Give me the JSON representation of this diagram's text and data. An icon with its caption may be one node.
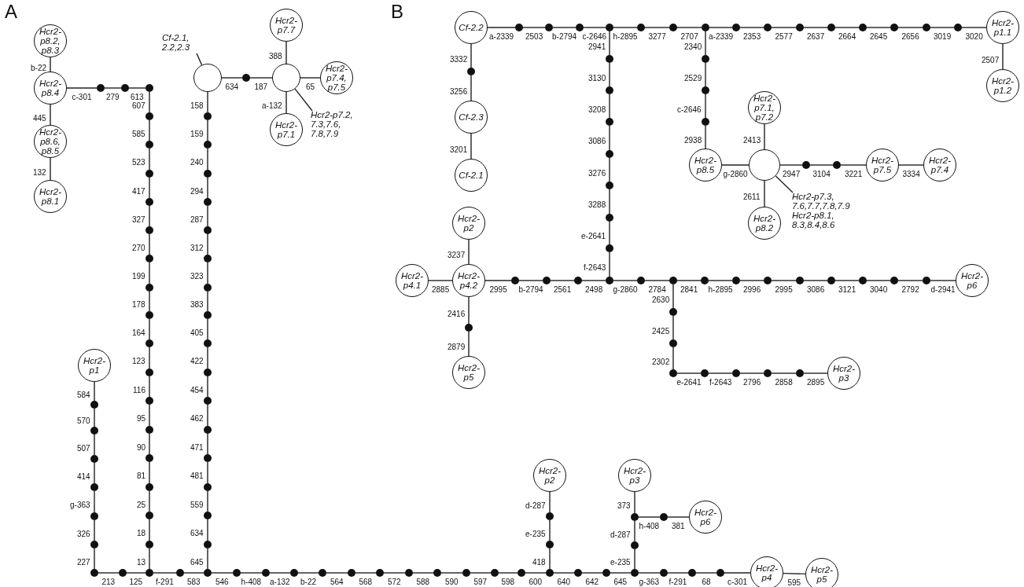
{
  "diagram": {
    "nodes": [
      {
        "text": [
          "Hcr2- p8.2, p8.3"
        ]
      },
      {
        "text": [
          "Hcr2- p8.4"
        ]
      },
      {
        "text": [
          "Hcr2- p8.6, p8.5"
        ]
      },
      {
        "text": [
          "Hcr2- p8.1"
        ]
      },
      {
        "text": [],
        "shape": "circle"
      },
      {
        "text": [],
        "shape": "circle"
      },
      {
        "text": [],
        "shape": "circle"
      },
      {
        "text": [],
        "shape": "circle"
      },
      {
        "text": [],
        "shape": "circle"
      },
      {
        "text": [],
        "shape": "circle"
      },
      {
        "text": [],
        "shape": "circle"
      },
      {
        "text": [],
        "shape": "circle"
      },
      {
        "text": [],
        "shape": "circle"
      },
      {
        "text": [],
        "shape": "circle"
      },
      {
        "text": [],
        "shape": "circle"
      },
      {
        "text": [],
        "shape": "circle"
      },
      {
        "text": [],
        "shape": "circle"
      },
      {
        "text": [],
        "shape": "circle"
      },
      {
        "text": [],
        "shape": "circle"
      },
      {
        "text": [],
        "shape": "circle"
      },
      {
        "text": [],
        "shape": "circle"
      },
      {
        "text": [],
        "shape": "circle"
      },
      {
        "text": [],
        "shape": "circle"
      },
      {
        "text": [
          "Cf-2.1, 2.2,2.3"
        ]
      },
      {
        "text": [],
        "shape": "circle"
      },
      {
        "text": [],
        "shape": "circle"
      },
      {
        "text": [],
        "shape": "circle"
      },
      {
        "text": [
          "Hcr2- p7.7"
        ]
      },
      {
        "text": [
          "Hcr2- p7.4, p7.5"
        ]
      },
      {
        "text": [
          "Hcr2- p7.1"
        ]
      },
      {
        "text": [
          "Hcr2-p7.2, 7.3,7.6, 7.8,7.9"
        ]
      },
      {
        "text": [],
        "shape": "circle"
      },
      {
        "text": [],
        "shape": "circle"
      },
      {
        "text": [],
        "shape": "circle"
      },
      {
        "text": [],
        "shape": "circle"
      },
      {
        "text": [],
        "shape": "circle"
      },
      {
        "text": [],
        "shape": "circle"
      },
      {
        "text": [],
        "shape": "circle"
      },
      {
        "text": [],
        "shape": "circle"
      },
      {
        "text": [],
        "shape": "circle"
      },
      {
        "text": [],
        "shape": "circle"
      },
      {
        "text": [],
        "shape": "circle"
      },
      {
        "text": [],
        "shape": "circle"
      },
      {
        "text": [],
        "shape": "circle"
      },
      {
        "text": [],
        "shape": "circle"
      },
      {
        "text": [],
        "shape": "circle"
      },
      {
        "text": [],
        "shape": "circle"
      },
      {
        "text": [
          "Hcr2- p1"
        ]
      },
      {
        "text": [],
        "shape": "circle"
      },
      {
        "text": [],
        "shape": "circle"
      },
      {
        "text": [],
        "shape": "circle"
      },
      {
        "text": [],
        "shape": "circle"
      },
      {
        "text": [],
        "shape": "circle"
      },
      {
        "text": [],
        "shape": "circle"
      },
      {
        "text": [],
        "shape": "circle"
      },
      {
        "text": [],
        "shape": "circle"
      },
      {
        "text": [],
        "shape": "circle"
      },
      {
        "text": [],
        "shape": "circle"
      },
      {
        "text": [],
        "shape": "circle"
      },
      {
        "text": [],
        "shape": "circle"
      },
      {
        "text": [],
        "shape": "circle"
      },
      {
        "text": [],
        "shape": "circle"
      },
      {
        "text": [],
        "shape": "circle"
      },
      {
        "text": [],
        "shape": "circle"
      },
      {
        "text": [],
        "shape": "circle"
      },
      {
        "text": [],
        "shape": "circle"
      },
      {
        "text": [],
        "shape": "circle"
      },
      {
        "text": [],
        "shape": "circle"
      },
      {
        "text": [],
        "shape": "circle"
      },
      {
        "text": [],
        "shape": "circle"
      },
      {
        "text": [],
        "shape": "circle"
      },
      {
        "text": [],
        "shape": "circle"
      },
      {
        "text": [],
        "shape": "circle"
      },
      {
        "text": [
          "Hcr2- p2"
        ]
      },
      {
        "text": [],
        "shape": "circle"
      },
      {
        "text": [],
        "shape": "circle"
      },
      {
        "text": [],
        "shape": "circle"
      },
      {
        "text": [],
        "shape": "circle"
      },
      {
        "text": [],
        "shape": "circle"
      },
      {
        "text": [
          "Hcr2- p3"
        ]
      },
      {
        "text": [],
        "shape": "circle"
      },
      {
        "text": [
          "Hcr2- p6"
        ]
      },
      {
        "text": [],
        "shape": "circle"
      },
      {
        "text": [],
        "shape": "circle"
      },
      {
        "text": [],
        "shape": "circle"
      },
      {
        "text": [
          "Hcr2- p4"
        ]
      },
      {
        "text": [
          "Hcr2- p5"
        ]
      },
      {
        "text": [
          "Cf-2.2"
        ]
      },
      {
        "text": [],
        "shape": "circle"
      },
      {
        "text": [],
        "shape": "circle"
      },
      {
        "text": [],
        "shape": "circle"
      },
      {
        "text": [],
        "shape": "circle"
      },
      {
        "text": [],
        "shape": "circle"
      },
      {
        "text": [],
        "shape": "circle"
      },
      {
        "text": [],
        "shape": "circle"
      },
      {
        "text": [],
        "shape": "circle"
      },
      {
        "text": [],
        "shape": "circle"
      },
      {
        "text": [],
        "shape": "circle"
      },
      {
        "text": [],
        "shape": "circle"
      },
      {
        "text": [],
        "shape": "circle"
      },
      {
        "text": [],
        "shape": "circle"
      },
      {
        "text": [],
        "shape": "circle"
      },
      {
        "text": [],
        "shape": "circle"
      },
      {
        "text": [
          "Hcr2- p1.1"
        ]
      },
      {
        "text": [
          "Hcr2- p1.2"
        ]
      },
      {
        "text": [],
        "shape": "circle"
      },
      {
        "text": [
          "Cf-2.3"
        ]
      },
      {
        "text": [
          "Cf-2.1"
        ]
      },
      {
        "text": [],
        "shape": "circle"
      },
      {
        "text": [],
        "shape": "circle"
      },
      {
        "text": [],
        "shape": "circle"
      },
      {
        "text": [],
        "shape": "circle"
      },
      {
        "text": [],
        "shape": "circle"
      },
      {
        "text": [],
        "shape": "circle"
      },
      {
        "text": [],
        "shape": "circle"
      },
      {
        "text": [],
        "shape": "circle"
      },
      {
        "text": [],
        "shape": "circle"
      },
      {
        "text": [],
        "shape": "circle"
      },
      {
        "text": [
          "Hcr2- p8.5"
        ]
      },
      {
        "text": [
          "Hcr2- p7.1, p7.2"
        ]
      },
      {
        "text": [],
        "shape": "circle"
      },
      {
        "text": [
          "Hcr2-p7.3, 7.6,7.7,7.8,7.9",
          "Hcr2-p8.1, 8.3,8.4,8.6"
        ]
      },
      {
        "text": [],
        "shape": "circle"
      },
      {
        "text": [],
        "shape": "circle"
      },
      {
        "text": [
          "Hcr2- p7.5"
        ]
      },
      {
        "text": [
          "Hcr2- p7.4"
        ]
      },
      {
        "text": [
          "Hcr2- p8.2"
        ]
      },
      {
        "text": [
          "Hcr2- p2"
        ]
      },
      {
        "text": [
          "Hcr2- p4.1"
        ]
      },
      {
        "text": [
          "Hcr2- p4.2"
        ]
      },
      {
        "text": [],
        "shape": "circle"
      },
      {
        "text": [],
        "shape": "circle"
      },
      {
        "text": [],
        "shape": "circle"
      },
      {
        "text": [],
        "shape": "circle"
      },
      {
        "text": [],
        "shape": "circle"
      },
      {
        "text": [],
        "shape": "circle"
      },
      {
        "text": [],
        "shape": "circle"
      },
      {
        "text": [],
        "shape": "circle"
      },
      {
        "text": [],
        "shape": "circle"
      },
      {
        "text": [],
        "shape": "circle"
      },
      {
        "text": [],
        "shape": "circle"
      },
      {
        "text": [],
        "shape": "circle"
      },
      {
        "text": [],
        "shape": "circle"
      },
      {
        "text": [],
        "shape": "circle"
      },
      {
        "text": [
          "Hcr2- p6"
        ]
      },
      {
        "text": [],
        "shape": "circle"
      },
      {
        "text": [
          "Hcr2- p5"
        ]
      },
      {
        "text": [],
        "shape": "circle"
      },
      {
        "text": [],
        "shape": "circle"
      },
      {
        "text": [],
        "shape": "circle"
      },
      {
        "text": [],
        "shape": "circle"
      },
      {
        "text": [],
        "shape": "circle"
      },
      {
        "text": [],
        "shape": "circle"
      },
      {
        "text": [],
        "shape": "circle"
      },
      {
        "text": [
          "Hcr2- p3"
        ]
      }
    ],
    "edges": [
      {
        "from": 0,
        "to": 1,
        "arrow": "none",
        "label": "b-22"
      },
      {
        "from": 1,
        "to": 2,
        "arrow": "none",
        "label": "445"
      },
      {
        "from": 2,
        "to": 3,
        "arrow": "none",
        "label": "132"
      },
      {
        "from": 1,
        "to": 4,
        "arrow": "none",
        "label": "c-301"
      },
      {
        "from": 4,
        "to": 5,
        "arrow": "none",
        "label": "279"
      },
      {
        "from": 5,
        "to": 6,
        "arrow": "none",
        "label": "613"
      },
      {
        "from": 6,
        "to": 7,
        "arrow": "none",
        "label": "607"
      },
      {
        "from": 7,
        "to": 8,
        "arrow": "none",
        "label": "585"
      },
      {
        "from": 8,
        "to": 9,
        "arrow": "none",
        "label": "523"
      },
      {
        "from": 9,
        "to": 10,
        "arrow": "none",
        "label": "417"
      },
      {
        "from": 10,
        "to": 11,
        "arrow": "none",
        "label": "327"
      },
      {
        "from": 11,
        "to": 12,
        "arrow": "none",
        "label": "270"
      },
      {
        "from": 12,
        "to": 13,
        "arrow": "none",
        "label": "199"
      },
      {
        "from": 13,
        "to": 14,
        "arrow": "none",
        "label": "178"
      },
      {
        "from": 14,
        "to": 15,
        "arrow": "none",
        "label": "164"
      },
      {
        "from": 15,
        "to": 16,
        "arrow": "none",
        "label": "123"
      },
      {
        "from": 16,
        "to": 17,
        "arrow": "none",
        "label": "116"
      },
      {
        "from": 17,
        "to": 18,
        "arrow": "none",
        "label": "95"
      },
      {
        "from": 18,
        "to": 19,
        "arrow": "none",
        "label": "90"
      },
      {
        "from": 19,
        "to": 20,
        "arrow": "none",
        "label": "81"
      },
      {
        "from": 20,
        "to": 21,
        "arrow": "none",
        "label": "25"
      },
      {
        "from": 21,
        "to": 22,
        "arrow": "none",
        "label": "18"
      },
      {
        "from": 22,
        "to": 56,
        "arrow": "none",
        "label": "13"
      },
      {
        "from": 23,
        "to": 24,
        "arrow": "none"
      },
      {
        "from": 24,
        "to": 25,
        "arrow": "none",
        "label": "634"
      },
      {
        "from": 25,
        "to": 26,
        "arrow": "none",
        "label": "187"
      },
      {
        "from": 26,
        "to": 27,
        "arrow": "none",
        "label": "388"
      },
      {
        "from": 26,
        "to": 28,
        "arrow": "none",
        "label": "65"
      },
      {
        "from": 26,
        "to": 29,
        "arrow": "none",
        "label": "a-132"
      },
      {
        "from": 30,
        "to": 26,
        "arrow": "none"
      },
      {
        "from": 24,
        "to": 31,
        "arrow": "none",
        "label": "158"
      },
      {
        "from": 31,
        "to": 32,
        "arrow": "none",
        "label": "159"
      },
      {
        "from": 32,
        "to": 33,
        "arrow": "none",
        "label": "240"
      },
      {
        "from": 33,
        "to": 34,
        "arrow": "none",
        "label": "294"
      },
      {
        "from": 34,
        "to": 35,
        "arrow": "none",
        "label": "287"
      },
      {
        "from": 35,
        "to": 36,
        "arrow": "none",
        "label": "312"
      },
      {
        "from": 36,
        "to": 37,
        "arrow": "none",
        "label": "323"
      },
      {
        "from": 37,
        "to": 38,
        "arrow": "none",
        "label": "383"
      },
      {
        "from": 38,
        "to": 39,
        "arrow": "none",
        "label": "405"
      },
      {
        "from": 39,
        "to": 40,
        "arrow": "none",
        "label": "422"
      },
      {
        "from": 40,
        "to": 41,
        "arrow": "none",
        "label": "454"
      },
      {
        "from": 41,
        "to": 42,
        "arrow": "none",
        "label": "462"
      },
      {
        "from": 42,
        "to": 43,
        "arrow": "none",
        "label": "471"
      },
      {
        "from": 43,
        "to": 44,
        "arrow": "none",
        "label": "481"
      },
      {
        "from": 44,
        "to": 45,
        "arrow": "none",
        "label": "559"
      },
      {
        "from": 45,
        "to": 46,
        "arrow": "none",
        "label": "634"
      },
      {
        "from": 46,
        "to": 58,
        "arrow": "none",
        "label": "645"
      },
      {
        "from": 47,
        "to": 48,
        "arrow": "none",
        "label": "584"
      },
      {
        "from": 48,
        "to": 49,
        "arrow": "none",
        "label": "570"
      },
      {
        "from": 49,
        "to": 50,
        "arrow": "none",
        "label": "507"
      },
      {
        "from": 50,
        "to": 51,
        "arrow": "none",
        "label": "414"
      },
      {
        "from": 51,
        "to": 52,
        "arrow": "none",
        "label": "g-363"
      },
      {
        "from": 52,
        "to": 53,
        "arrow": "none",
        "label": "326"
      },
      {
        "from": 53,
        "to": 54,
        "arrow": "none",
        "label": "227"
      },
      {
        "from": 54,
        "to": 55,
        "arrow": "none",
        "label": "213"
      },
      {
        "from": 55,
        "to": 56,
        "arrow": "none",
        "label": "125"
      },
      {
        "from": 56,
        "to": 57,
        "arrow": "none",
        "label": "f-291"
      },
      {
        "from": 57,
        "to": 58,
        "arrow": "none",
        "label": "583"
      },
      {
        "from": 58,
        "to": 59,
        "arrow": "none",
        "label": "546"
      },
      {
        "from": 59,
        "to": 60,
        "arrow": "none",
        "label": "h-408"
      },
      {
        "from": 60,
        "to": 61,
        "arrow": "none",
        "label": "a-132"
      },
      {
        "from": 61,
        "to": 62,
        "arrow": "none",
        "label": "b-22"
      },
      {
        "from": 62,
        "to": 63,
        "arrow": "none",
        "label": "564"
      },
      {
        "from": 63,
        "to": 64,
        "arrow": "none",
        "label": "568"
      },
      {
        "from": 64,
        "to": 65,
        "arrow": "none",
        "label": "572"
      },
      {
        "from": 65,
        "to": 66,
        "arrow": "none",
        "label": "588"
      },
      {
        "from": 66,
        "to": 67,
        "arrow": "none",
        "label": "590"
      },
      {
        "from": 67,
        "to": 68,
        "arrow": "none",
        "label": "597"
      },
      {
        "from": 68,
        "to": 69,
        "arrow": "none",
        "label": "598"
      },
      {
        "from": 69,
        "to": 70,
        "arrow": "none",
        "label": "600"
      },
      {
        "from": 70,
        "to": 71,
        "arrow": "none",
        "label": "418"
      },
      {
        "from": 71,
        "to": 72,
        "arrow": "none",
        "label": "e-235"
      },
      {
        "from": 72,
        "to": 73,
        "arrow": "none",
        "label": "d-287"
      },
      {
        "from": 70,
        "to": 74,
        "arrow": "none",
        "label": "640"
      },
      {
        "from": 74,
        "to": 75,
        "arrow": "none",
        "label": "642"
      },
      {
        "from": 75,
        "to": 76,
        "arrow": "none",
        "label": "645"
      },
      {
        "from": 76,
        "to": 77,
        "arrow": "none",
        "label": "e-235"
      },
      {
        "from": 77,
        "to": 78,
        "arrow": "none",
        "label": "d-287"
      },
      {
        "from": 78,
        "to": 79,
        "arrow": "none",
        "label": "373"
      },
      {
        "from": 78,
        "to": 80,
        "arrow": "none",
        "label": "h-408"
      },
      {
        "from": 80,
        "to": 81,
        "arrow": "none",
        "label": "381"
      },
      {
        "from": 76,
        "to": 82,
        "arrow": "none",
        "label": "g-363"
      },
      {
        "from": 82,
        "to": 83,
        "arrow": "none",
        "label": "f-291"
      },
      {
        "from": 83,
        "to": 84,
        "arrow": "none",
        "label": "68"
      },
      {
        "from": 84,
        "to": 85,
        "arrow": "none",
        "label": "c-301"
      },
      {
        "from": 85,
        "to": 86,
        "arrow": "none",
        "label": "595"
      },
      {
        "from": 87,
        "to": 88,
        "arrow": "none",
        "label": "a-2339"
      },
      {
        "from": 88,
        "to": 89,
        "arrow": "none",
        "label": "2503"
      },
      {
        "from": 89,
        "to": 90,
        "arrow": "none",
        "label": "b-2794"
      },
      {
        "from": 90,
        "to": 91,
        "arrow": "none",
        "label": "c-2646"
      },
      {
        "from": 91,
        "to": 92,
        "arrow": "none",
        "label": "h-2895"
      },
      {
        "from": 92,
        "to": 93,
        "arrow": "none",
        "label": "3277"
      },
      {
        "from": 93,
        "to": 94,
        "arrow": "none",
        "label": "2707"
      },
      {
        "from": 94,
        "to": 95,
        "arrow": "none",
        "label": "a-2339"
      },
      {
        "from": 95,
        "to": 96,
        "arrow": "none",
        "label": "2353"
      },
      {
        "from": 96,
        "to": 97,
        "arrow": "none",
        "label": "2577"
      },
      {
        "from": 97,
        "to": 98,
        "arrow": "none",
        "label": "2637"
      },
      {
        "from": 98,
        "to": 99,
        "arrow": "none",
        "label": "2664"
      },
      {
        "from": 99,
        "to": 100,
        "arrow": "none",
        "label": "2645"
      },
      {
        "from": 100,
        "to": 101,
        "arrow": "none",
        "label": "2656"
      },
      {
        "from": 101,
        "to": 102,
        "arrow": "none",
        "label": "3019"
      },
      {
        "from": 102,
        "to": 103,
        "arrow": "none",
        "label": "3020"
      },
      {
        "from": 103,
        "to": 104,
        "arrow": "none",
        "label": "2507"
      },
      {
        "from": 87,
        "to": 105,
        "arrow": "none",
        "label": "3332"
      },
      {
        "from": 105,
        "to": 106,
        "arrow": "none",
        "label": "3256"
      },
      {
        "from": 106,
        "to": 107,
        "arrow": "none",
        "label": "3201"
      },
      {
        "from": 91,
        "to": 108,
        "arrow": "none",
        "label": "2941"
      },
      {
        "from": 108,
        "to": 109,
        "arrow": "none",
        "label": "3130"
      },
      {
        "from": 109,
        "to": 110,
        "arrow": "none",
        "label": "3208"
      },
      {
        "from": 110,
        "to": 111,
        "arrow": "none",
        "label": "3086"
      },
      {
        "from": 111,
        "to": 112,
        "arrow": "none",
        "label": "3276"
      },
      {
        "from": 112,
        "to": 113,
        "arrow": "none",
        "label": "3288"
      },
      {
        "from": 113,
        "to": 114,
        "arrow": "none",
        "label": "e-2641"
      },
      {
        "from": 114,
        "to": 133,
        "arrow": "none",
        "label": "f-2643"
      },
      {
        "from": 94,
        "to": 115,
        "arrow": "none",
        "label": "2340"
      },
      {
        "from": 115,
        "to": 116,
        "arrow": "none",
        "label": "2529"
      },
      {
        "from": 116,
        "to": 117,
        "arrow": "none",
        "label": "c-2646"
      },
      {
        "from": 117,
        "to": 118,
        "arrow": "none",
        "label": "2938"
      },
      {
        "from": 118,
        "to": 120,
        "arrow": "none",
        "label": "g-2860"
      },
      {
        "from": 119,
        "to": 120,
        "arrow": "none",
        "label": "2413"
      },
      {
        "from": 121,
        "to": 120,
        "arrow": "none"
      },
      {
        "from": 120,
        "to": 126,
        "arrow": "none",
        "label": "2611"
      },
      {
        "from": 120,
        "to": 122,
        "arrow": "none",
        "label": "2947"
      },
      {
        "from": 122,
        "to": 123,
        "arrow": "none",
        "label": "3104"
      },
      {
        "from": 123,
        "to": 124,
        "arrow": "none",
        "label": "3221"
      },
      {
        "from": 124,
        "to": 125,
        "arrow": "none",
        "label": "3334"
      },
      {
        "from": 127,
        "to": 129,
        "arrow": "none",
        "label": "3237"
      },
      {
        "from": 128,
        "to": 129,
        "arrow": "none",
        "label": "2885"
      },
      {
        "from": 129,
        "to": 130,
        "arrow": "none",
        "label": "2995"
      },
      {
        "from": 130,
        "to": 131,
        "arrow": "none",
        "label": "b-2794"
      },
      {
        "from": 131,
        "to": 132,
        "arrow": "none",
        "label": "2561"
      },
      {
        "from": 132,
        "to": 133,
        "arrow": "none",
        "label": "2498"
      },
      {
        "from": 133,
        "to": 134,
        "arrow": "none",
        "label": "g-2860"
      },
      {
        "from": 134,
        "to": 135,
        "arrow": "none",
        "label": "2784"
      },
      {
        "from": 135,
        "to": 136,
        "arrow": "none",
        "label": "2841"
      },
      {
        "from": 136,
        "to": 137,
        "arrow": "none",
        "label": "h-2895"
      },
      {
        "from": 137,
        "to": 138,
        "arrow": "none",
        "label": "2996"
      },
      {
        "from": 138,
        "to": 139,
        "arrow": "none",
        "label": "2995"
      },
      {
        "from": 139,
        "to": 140,
        "arrow": "none",
        "label": "3086"
      },
      {
        "from": 140,
        "to": 141,
        "arrow": "none",
        "label": "3121"
      },
      {
        "from": 141,
        "to": 142,
        "arrow": "none",
        "label": "3040"
      },
      {
        "from": 142,
        "to": 143,
        "arrow": "none",
        "label": "2792"
      },
      {
        "from": 143,
        "to": 144,
        "arrow": "none",
        "label": "d-2941"
      },
      {
        "from": 129,
        "to": 145,
        "arrow": "none",
        "label": "2416"
      },
      {
        "from": 145,
        "to": 146,
        "arrow": "none",
        "label": "2879"
      },
      {
        "from": 135,
        "to": 147,
        "arrow": "none",
        "label": "2630"
      },
      {
        "from": 147,
        "to": 148,
        "arrow": "none",
        "label": "2425"
      },
      {
        "from": 148,
        "to": 149,
        "arrow": "none",
        "label": "2302"
      },
      {
        "from": 149,
        "to": 150,
        "arrow": "none",
        "label": "e-2641"
      },
      {
        "from": 150,
        "to": 151,
        "arrow": "none",
        "label": "f-2643"
      },
      {
        "from": 151,
        "to": 152,
        "arrow": "none",
        "label": "2796"
      },
      {
        "from": 152,
        "to": 153,
        "arrow": "none",
        "label": "2858"
      },
      {
        "from": 153,
        "to": 154,
        "arrow": "none",
        "label": "2895"
      }
    ],
    "labels": [
      "A",
      "B"
    ]
  }
}
